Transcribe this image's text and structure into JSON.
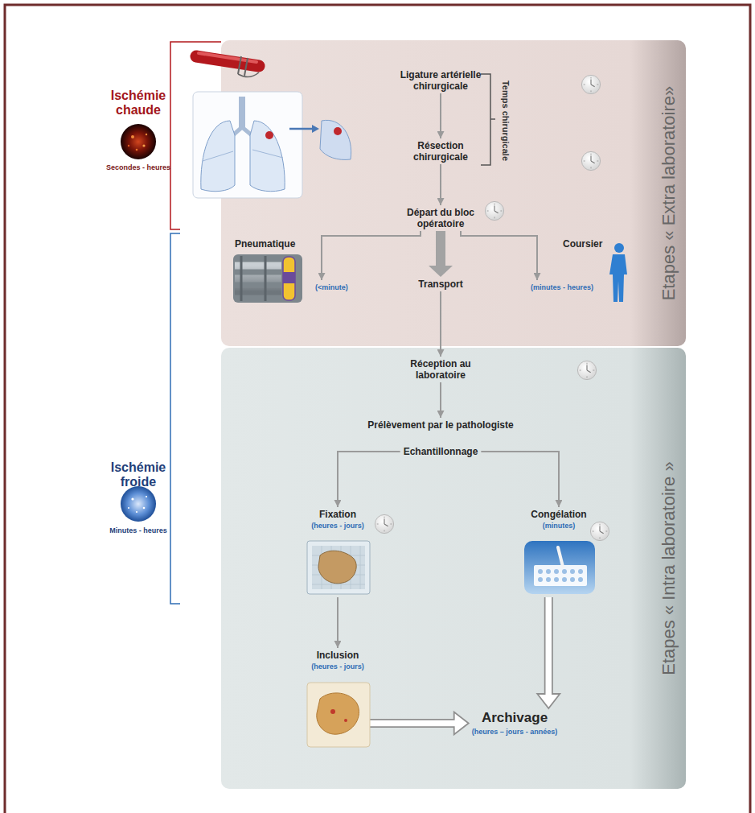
{
  "diagram": {
    "nodes": [
      {
        "text": [
          "Etapes « Extra laboratoire»"
        ]
      },
      {
        "text": [
          "Ligature artérielle chirurgicale"
        ],
        "in": 0
      },
      {
        "text": [
          "Résection chirurgicale"
        ],
        "in": 0
      },
      {
        "text": [
          "Départ du bloc opératoire"
        ],
        "in": 0
      },
      {
        "text": [
          "Pneumatique",
          "(<minute)"
        ],
        "in": 0
      },
      {
        "text": [
          "Transport"
        ],
        "in": 0
      },
      {
        "text": [
          "Coursier",
          "(minutes - heures)"
        ],
        "in": 0
      },
      {
        "text": [
          "Etapes « Intra laboratoire »"
        ]
      },
      {
        "text": [
          "Réception au laboratoire"
        ],
        "in": 7
      },
      {
        "text": [
          "Prélèvement par le pathologiste"
        ],
        "in": 7
      },
      {
        "text": [
          "Echantillonnage"
        ],
        "in": 7
      },
      {
        "text": [
          "Fixation",
          "(heures - jours)"
        ],
        "in": 7
      },
      {
        "text": [
          "Congélation",
          "(minutes)"
        ],
        "in": 7
      },
      {
        "text": [
          "Inclusion",
          "(heures - jours)"
        ],
        "in": 7
      },
      {
        "text": [
          "Archivage",
          "(heures – jours - années)"
        ],
        "in": 7
      }
    ],
    "edges": [
      {
        "from": 1,
        "to": 2,
        "arrow": "to"
      },
      {
        "from": 2,
        "to": 3,
        "arrow": "to"
      },
      {
        "from": 3,
        "to": 4,
        "arrow": "to"
      },
      {
        "from": 3,
        "to": 5,
        "arrow": "to"
      },
      {
        "from": 3,
        "to": 6,
        "arrow": "to"
      },
      {
        "from": 5,
        "to": 8,
        "arrow": "to"
      },
      {
        "from": 8,
        "to": 9,
        "arrow": "to"
      },
      {
        "from": 10,
        "to": 11,
        "arrow": "to"
      },
      {
        "from": 10,
        "to": 12,
        "arrow": "to"
      },
      {
        "from": 11,
        "to": 13,
        "arrow": "to"
      },
      {
        "from": 13,
        "to": 14,
        "arrow": "to"
      },
      {
        "from": 12,
        "to": 14,
        "arrow": "to"
      }
    ],
    "labels": [
      "Ischémie chaude",
      "Secondes - heures",
      "Ischémie froide",
      "Minutes - heures",
      "Temps chirurgicale"
    ]
  }
}
